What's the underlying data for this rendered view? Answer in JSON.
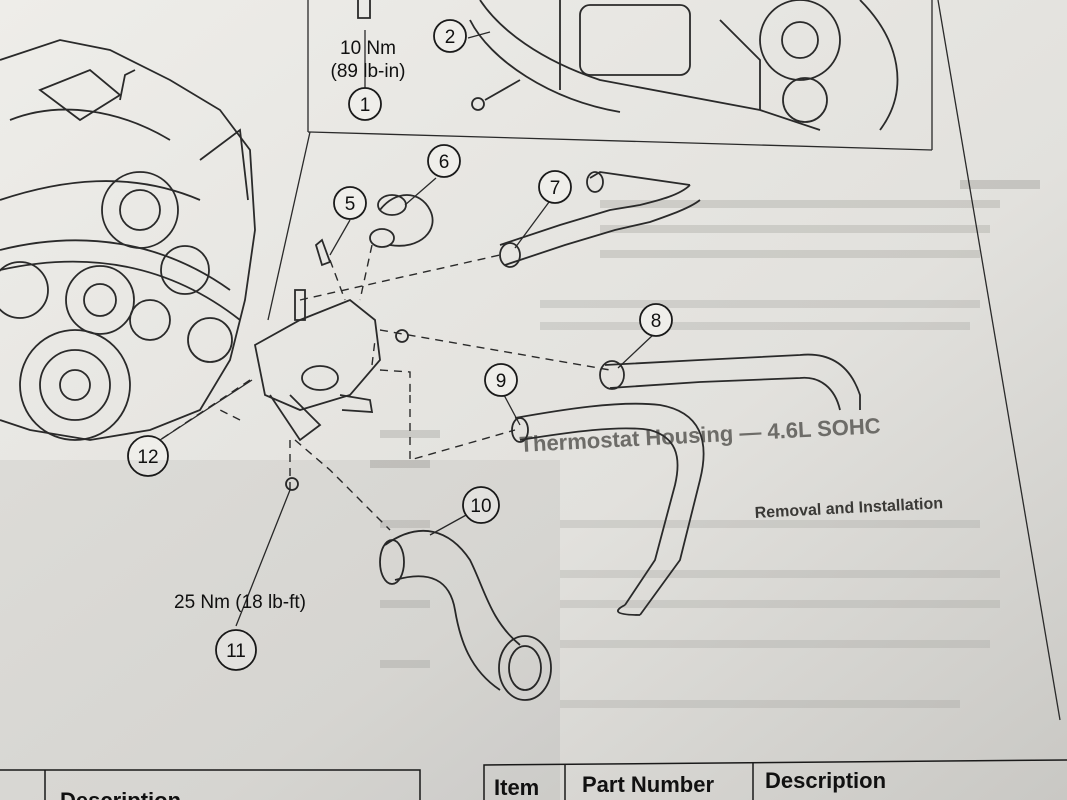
{
  "callouts": [
    {
      "id": "c1",
      "label": "1"
    },
    {
      "id": "c2",
      "label": "2"
    },
    {
      "id": "c5",
      "label": "5"
    },
    {
      "id": "c6",
      "label": "6"
    },
    {
      "id": "c7",
      "label": "7"
    },
    {
      "id": "c8",
      "label": "8"
    },
    {
      "id": "c9",
      "label": "9"
    },
    {
      "id": "c10",
      "label": "10"
    },
    {
      "id": "c11",
      "label": "11"
    },
    {
      "id": "c12",
      "label": "12"
    }
  ],
  "torque_specs": {
    "top_nm": "10 Nm",
    "top_imperial": "(89 lb-in)",
    "bottom": "25 Nm (18 lb-ft)"
  },
  "table_headers": {
    "item": "Item",
    "part_number": "Part Number",
    "description": "Description",
    "left_partial": "Description"
  },
  "text_fragments": {
    "section_heading": "Thermostat Housing — 4.6L SOHC",
    "subheading": "Removal and Installation"
  }
}
